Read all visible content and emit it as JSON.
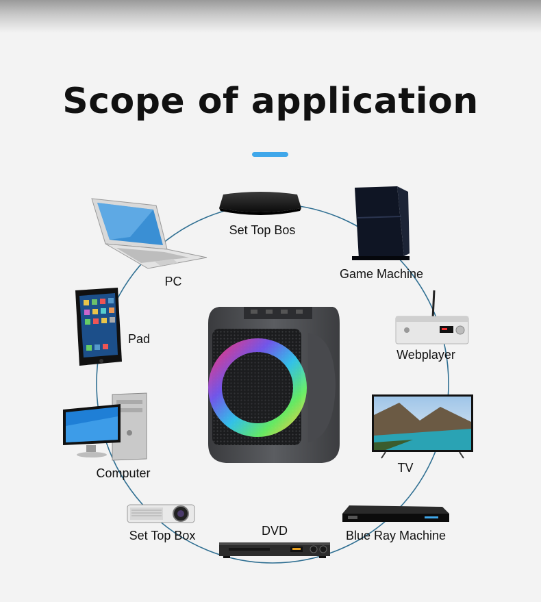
{
  "title": "Scope of application",
  "accent_color": "#3fa7ea",
  "ring_color": "#2f6f92",
  "devices": {
    "set_top_bos": {
      "label": "Set Top Bos",
      "icon": "set-top-box-icon"
    },
    "game_machine": {
      "label": "Game Machine",
      "icon": "game-console-icon"
    },
    "webplayer": {
      "label": "Webplayer",
      "icon": "web-player-icon"
    },
    "tv": {
      "label": "TV",
      "icon": "tv-icon"
    },
    "blue_ray_machine": {
      "label": "Blue Ray Machine",
      "icon": "blu-ray-player-icon"
    },
    "dvd": {
      "label": "DVD",
      "icon": "dvd-player-icon"
    },
    "set_top_box": {
      "label": "Set Top Box",
      "icon": "projector-icon"
    },
    "computer": {
      "label": "Computer",
      "icon": "desktop-computer-icon"
    },
    "pad": {
      "label": "Pad",
      "icon": "tablet-icon"
    },
    "pc": {
      "label": "PC",
      "icon": "laptop-icon"
    }
  },
  "center_product": {
    "icon": "rgb-speaker-icon"
  }
}
